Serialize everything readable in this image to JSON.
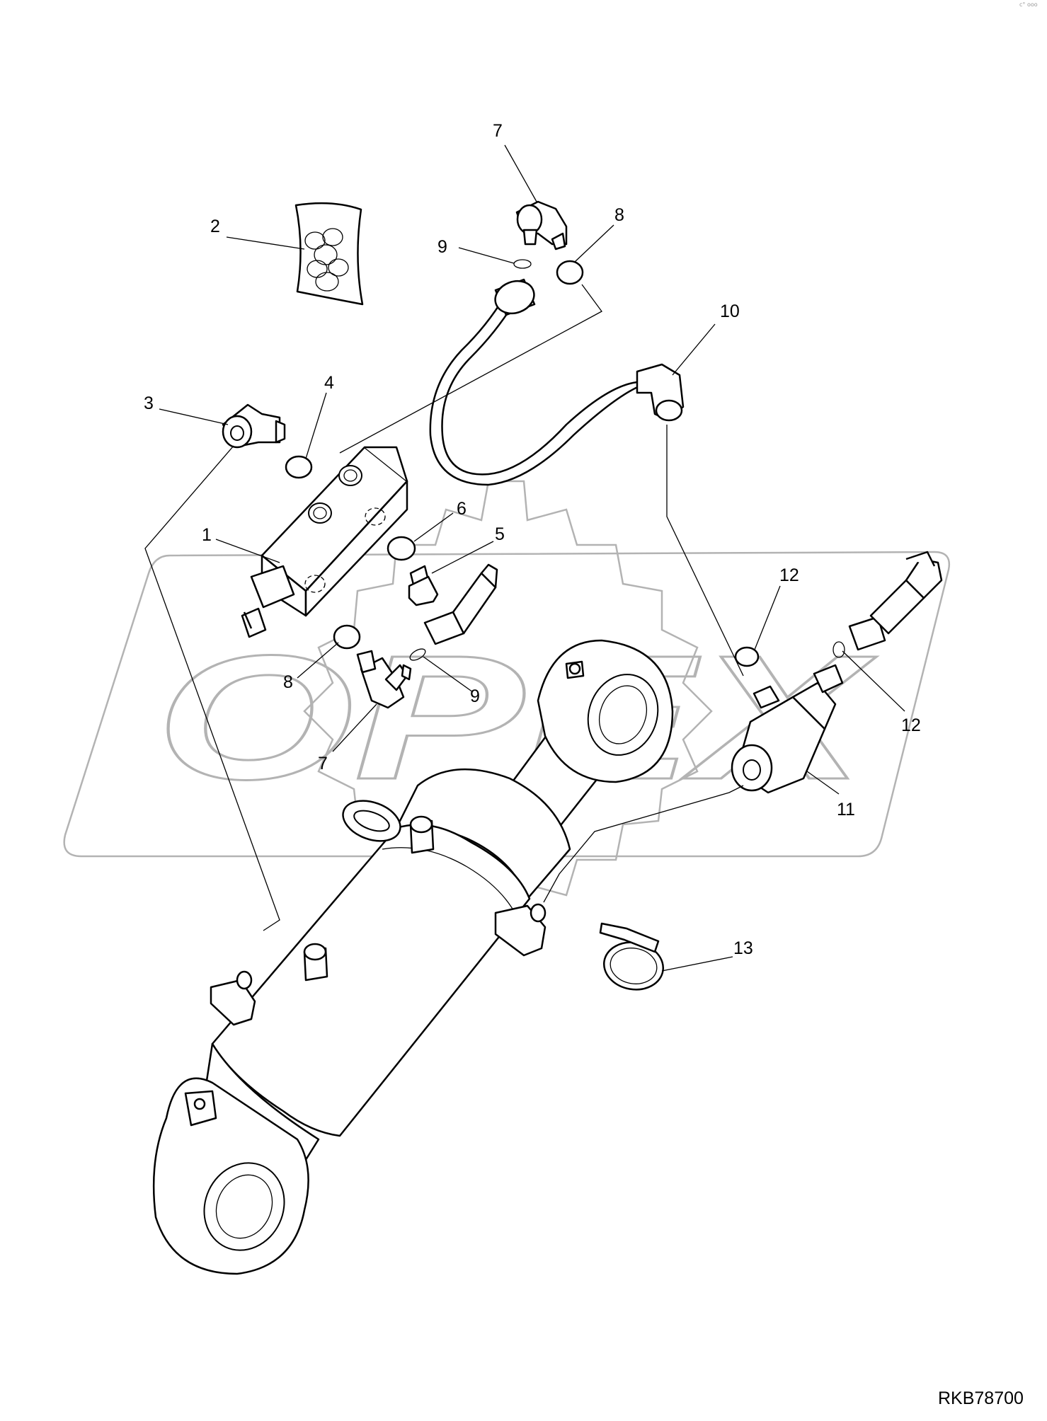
{
  "watermark": {
    "text": "OPEX"
  },
  "corner_mark": "c° ooo",
  "drawing_code": "RKB78700",
  "callouts": {
    "c1": "1",
    "c2": "2",
    "c3": "3",
    "c4": "4",
    "c5": "5",
    "c6": "6",
    "c7a": "7",
    "c7b": "7",
    "c8a": "8",
    "c8b": "8",
    "c9a": "9",
    "c9b": "9",
    "c10": "10",
    "c11": "11",
    "c12a": "12",
    "c12b": "12",
    "c13": "13"
  }
}
